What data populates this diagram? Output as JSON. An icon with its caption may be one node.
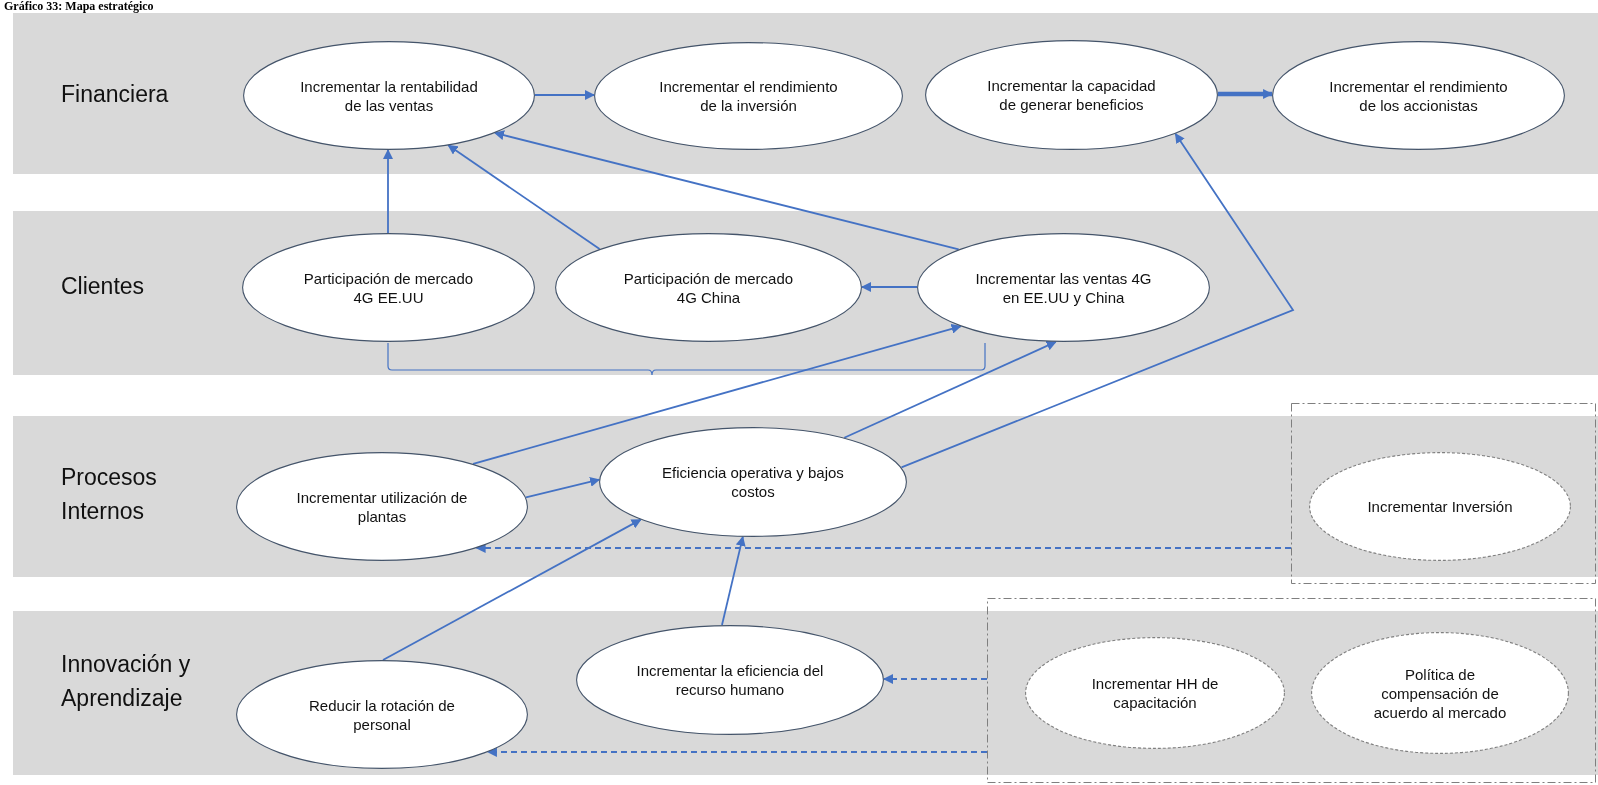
{
  "diagram": {
    "title": "Gráfico 33: Mapa estratégico",
    "nodes": [
      {
        "text": [
          "Financiera"
        ]
      },
      {
        "text": [
          "Incrementar la rentabilidad de las ventas"
        ],
        "in": 0
      },
      {
        "text": [
          "Incrementar el rendimiento de la inversión"
        ],
        "in": 0
      },
      {
        "text": [
          "Incrementar la capacidad de generar beneficios"
        ],
        "in": 0
      },
      {
        "text": [
          "Incrementar el rendimiento de los accionistas"
        ],
        "in": 0
      },
      {
        "text": [
          "Clientes"
        ]
      },
      {
        "text": [
          "Participación de mercado 4G EE.UU"
        ],
        "in": 5
      },
      {
        "text": [
          "Participación de mercado 4G China"
        ],
        "in": 5
      },
      {
        "text": [
          "Incrementar las ventas 4G en EE.UU y China"
        ],
        "in": 5
      },
      {
        "text": [
          "Procesos Internos"
        ]
      },
      {
        "text": [
          "Incrementar utilización de plantas"
        ],
        "in": 9
      },
      {
        "text": [
          "Eficiencia operativa y bajos costos"
        ],
        "in": 9
      },
      {
        "text": [],
        "shape": "box"
      },
      {
        "text": [
          "Incrementar Inversión"
        ],
        "in": 12
      },
      {
        "text": [
          "Innovación y Aprendizaje"
        ]
      },
      {
        "text": [
          "Reducir la rotación de personal"
        ],
        "in": 14
      },
      {
        "text": [
          "Incrementar la eficiencia del recurso humano"
        ],
        "in": 14
      },
      {
        "text": [],
        "shape": "box"
      },
      {
        "text": [
          "Incrementar HH de capacitación"
        ],
        "in": 17
      },
      {
        "text": [
          "Política de compensación de acuerdo al mercado"
        ],
        "in": 17
      }
    ],
    "edges": [
      {
        "from": 1,
        "to": 2,
        "arrow": "to"
      },
      {
        "from": 3,
        "to": 4,
        "arrow": "to",
        "style": "thick"
      },
      {
        "from": 6,
        "to": 1,
        "arrow": "to"
      },
      {
        "from": 7,
        "to": 1,
        "arrow": "to"
      },
      {
        "from": 8,
        "to": 1,
        "arrow": "to"
      },
      {
        "from": 8,
        "to": 7,
        "arrow": "to"
      },
      {
        "from": 10,
        "to": 8,
        "arrow": "to"
      },
      {
        "from": 11,
        "to": 8,
        "arrow": "to"
      },
      {
        "from": 11,
        "to": 3,
        "arrow": "to"
      },
      {
        "from": 10,
        "to": 11,
        "arrow": "to"
      },
      {
        "from": 15,
        "to": 11,
        "arrow": "to"
      },
      {
        "from": 16,
        "to": 11,
        "arrow": "to"
      },
      {
        "from": 12,
        "to": 10,
        "arrow": "to",
        "style": "dashed"
      },
      {
        "from": 17,
        "to": 16,
        "arrow": "to",
        "style": "dashed"
      },
      {
        "from": 17,
        "to": 15,
        "arrow": "to",
        "style": "dashed"
      }
    ]
  }
}
